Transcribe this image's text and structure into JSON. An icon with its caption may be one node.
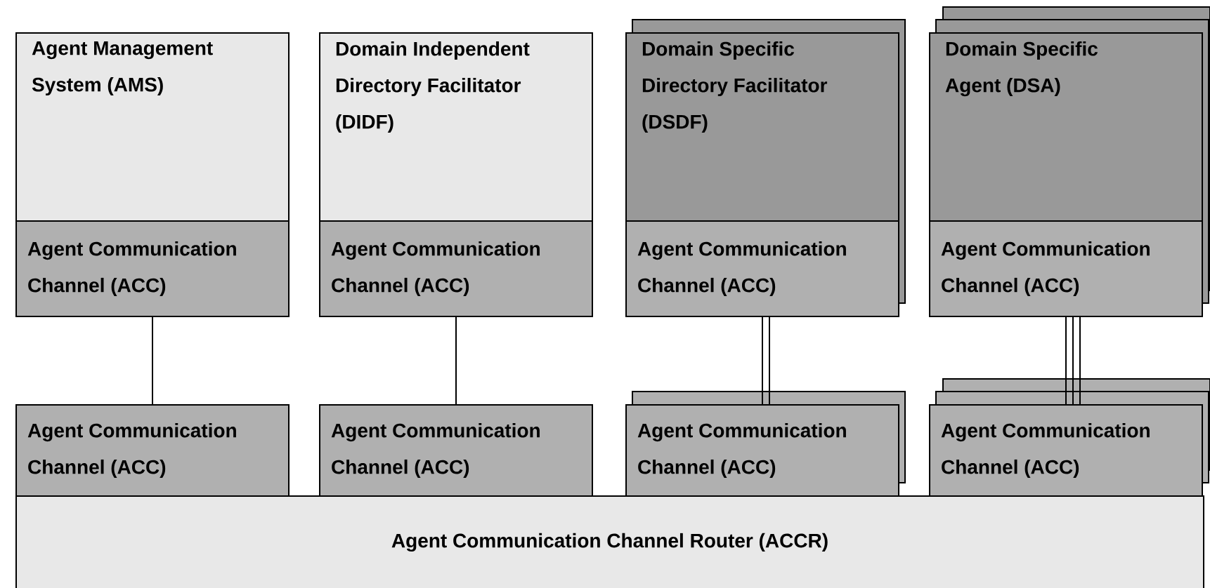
{
  "diagram": {
    "nodes": [
      {
        "text": [
          "Agent Management System (AMS)"
        ]
      },
      {
        "text": [
          "Domain Independent Directory Facilitator (DIDF)"
        ]
      },
      {
        "text": [
          "Domain Specific Directory Facilitator (DSDF)"
        ]
      },
      {
        "text": [
          "Domain Specific Agent (DSA)"
        ]
      },
      {
        "text": [
          "Agent Communication Channel (ACC)"
        ]
      },
      {
        "text": [
          "Agent Communication Channel (ACC)"
        ]
      },
      {
        "text": [
          "Agent Communication Channel (ACC)"
        ]
      },
      {
        "text": [
          "Agent Communication Channel (ACC)"
        ]
      },
      {
        "text": [
          "Agent Communication Channel (ACC)"
        ]
      },
      {
        "text": [
          "Agent Communication Channel (ACC)"
        ]
      },
      {
        "text": [
          "Agent Communication Channel (ACC)"
        ]
      },
      {
        "text": [
          "Agent Communication Channel (ACC)"
        ]
      },
      {
        "text": [
          "Agent Communication Channel Router (ACCR)"
        ]
      }
    ],
    "edges": [
      {
        "from": 4,
        "to": 8,
        "arrow": "none"
      },
      {
        "from": 5,
        "to": 9,
        "arrow": "none"
      },
      {
        "from": 6,
        "to": 10,
        "arrow": "none"
      },
      {
        "from": 6,
        "to": 10,
        "arrow": "none"
      },
      {
        "from": 7,
        "to": 11,
        "arrow": "none"
      },
      {
        "from": 7,
        "to": 11,
        "arrow": "none"
      },
      {
        "from": 7,
        "to": 11,
        "arrow": "none"
      }
    ]
  }
}
